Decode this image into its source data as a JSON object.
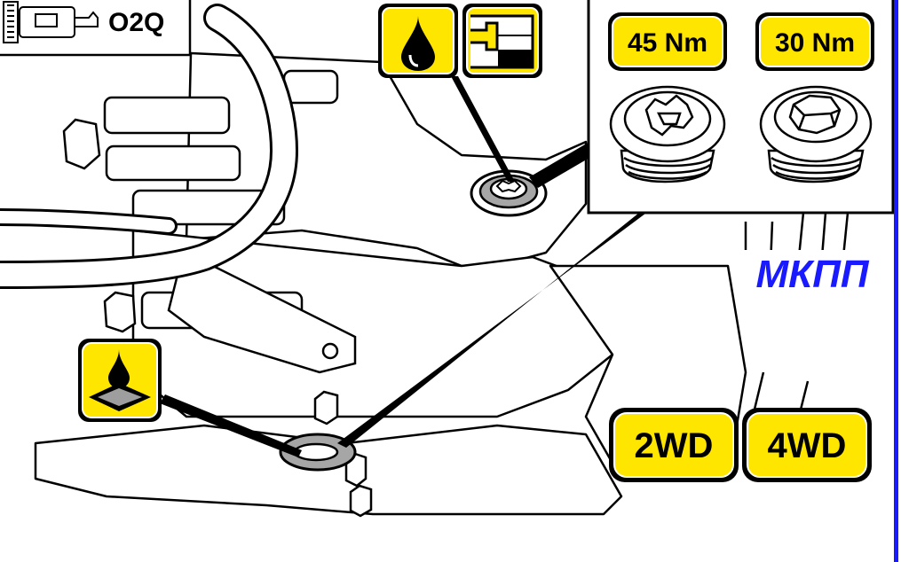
{
  "header_box": {
    "code": "O2Q"
  },
  "torque_labels": {
    "left": "45 Nm",
    "right": "30 Nm"
  },
  "drive_labels": {
    "left": "2WD",
    "right": "4WD"
  },
  "gearbox_label": "МКПП",
  "colors": {
    "badge_fill": "#ffe600",
    "badge_stroke": "#000000",
    "gearbox_label": "#1a1aff",
    "border": "#1a1aff",
    "outline": "#000000"
  },
  "icons": [
    "oil-drop-icon",
    "fill-level-icon",
    "drain-oil-icon",
    "torx-plug-icon",
    "hex-plug-icon",
    "fuel-filter-icon"
  ]
}
